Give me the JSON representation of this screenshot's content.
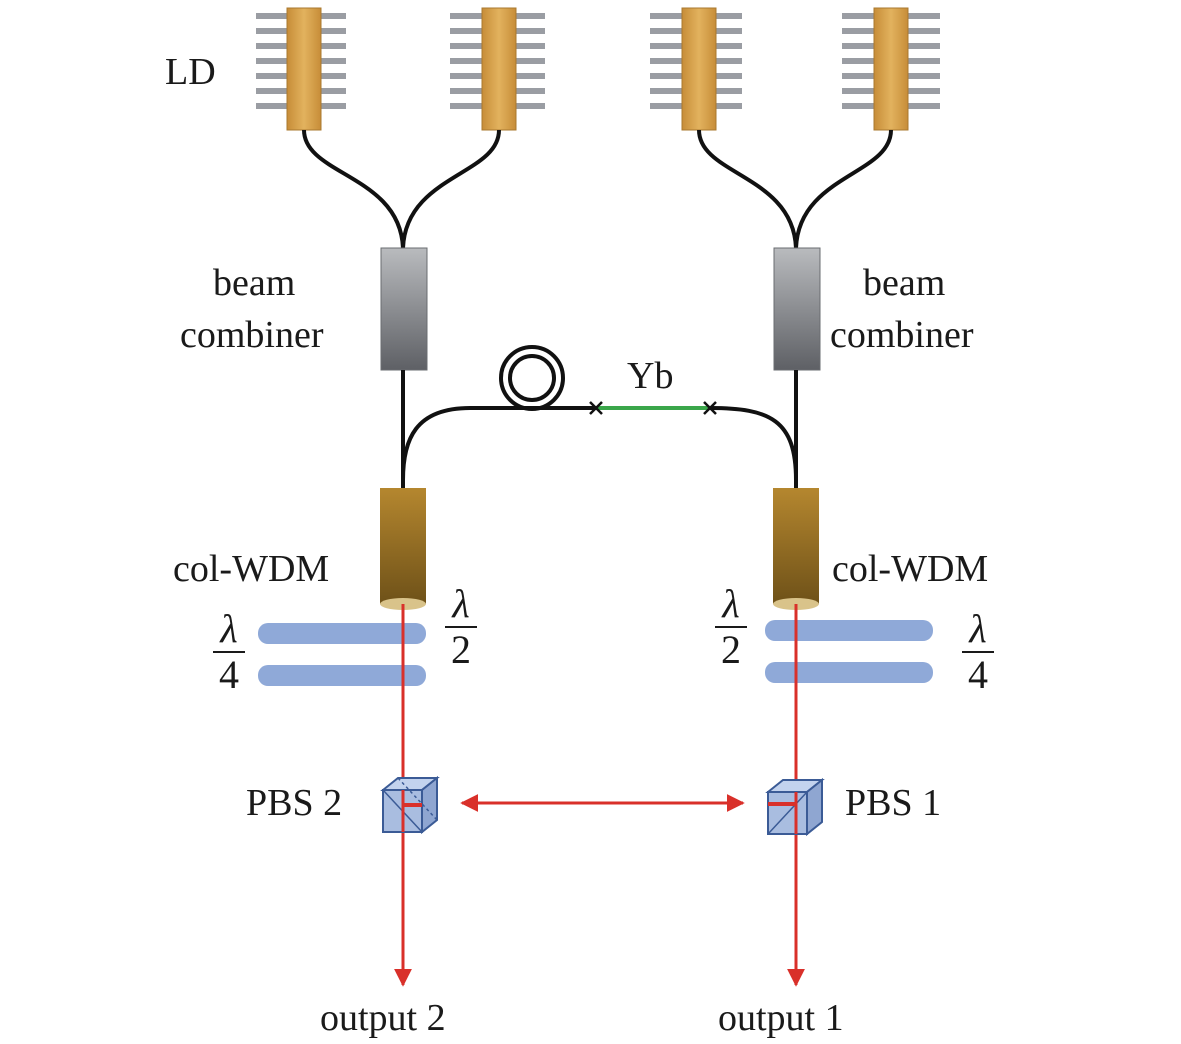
{
  "labels": {
    "ld": "LD",
    "beam_combiner_left_line1": "beam",
    "beam_combiner_left_line2": "combiner",
    "beam_combiner_right_line1": "beam",
    "beam_combiner_right_line2": "combiner",
    "yb": "Yb",
    "col_wdm_left": "col-WDM",
    "col_wdm_right": "col-WDM",
    "pbs2": "PBS 2",
    "pbs1": "PBS 1",
    "output2": "output 2",
    "output1": "output 1"
  },
  "waveplates": {
    "quarter_left": {
      "num": "λ",
      "den": "4"
    },
    "half_left": {
      "num": "λ",
      "den": "2"
    },
    "half_right": {
      "num": "λ",
      "den": "2"
    },
    "quarter_right": {
      "num": "λ",
      "den": "4"
    }
  },
  "colors": {
    "fiber": "#111111",
    "yb_fiber": "#3aa64a",
    "laser": "#d9302a",
    "ld_body": "#d6a24c",
    "ld_pins": "#9a9da3",
    "combiner": "#8d8f93",
    "col_wdm": "#9a7028",
    "waveplate": "#8fa9d8",
    "pbs": "#a9bde0"
  }
}
